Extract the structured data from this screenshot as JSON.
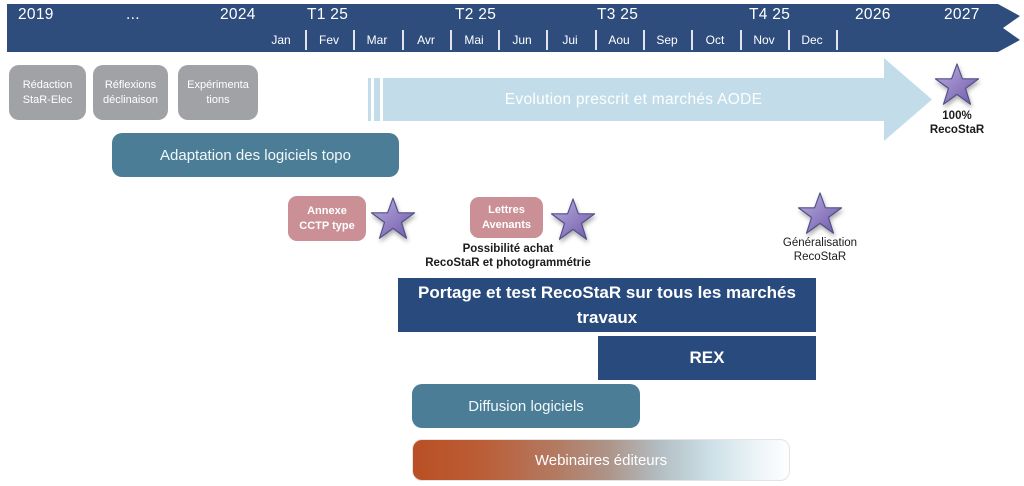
{
  "timeline": {
    "periods": [
      "2019",
      "...",
      "2024",
      "T1 25",
      "T2 25",
      "T3 25",
      "T4 25",
      "2026",
      "2027"
    ],
    "months": [
      "Jan",
      "Fev",
      "Mar",
      "Avr",
      "Mai",
      "Jun",
      "Jui",
      "Aou",
      "Sep",
      "Oct",
      "Nov",
      "Dec"
    ]
  },
  "phases": [
    {
      "label": "Rédaction\nStaR-Elec"
    },
    {
      "label": "Réflexions\ndéclinaison"
    },
    {
      "label": "Expérimenta\ntions"
    }
  ],
  "arrow": {
    "label": "Evolution prescrit et marchés AODE"
  },
  "bars": {
    "adaptation": "Adaptation des logiciels topo",
    "portage": "Portage et test RecoStaR sur tous les marchés travaux",
    "rex": "REX",
    "diffusion": "Diffusion logiciels",
    "webinaires": "Webinaires éditeurs"
  },
  "milestones": {
    "annexe": {
      "box": "Annexe\nCCTP type"
    },
    "lettres": {
      "box": "Lettres\nAvenants",
      "caption": "Possibilité achat\nRecoStaR et photogrammétrie"
    },
    "generalisation": {
      "caption": "Généralisation\nRecoStaR"
    },
    "final": {
      "caption": "100%\nRecoStaR"
    }
  },
  "colors": {
    "dark_blue": "#2e4d7c",
    "teal": "#4b7e96",
    "gray": "#a0a2a5",
    "pink": "#ca9095",
    "light_blue_arrow": "#c2dde9",
    "star_purple": "#7a66b3",
    "rust_orange": "#ba4f24"
  }
}
